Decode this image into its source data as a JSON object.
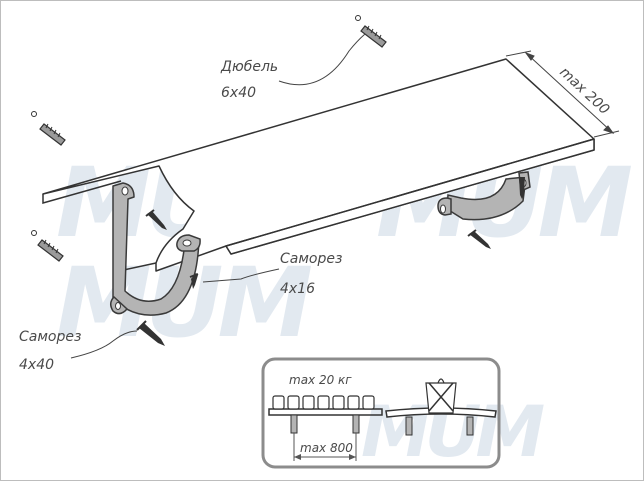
{
  "watermark": {
    "text": "MUM"
  },
  "labels": {
    "dowel_name": "Дюбель",
    "dowel_size": "6x40",
    "shelf_depth": "max 200",
    "screw_small_name": "Саморез",
    "screw_small_size": "4x16",
    "screw_large_name": "Саморез",
    "screw_large_size": "4x40"
  },
  "legend": {
    "max_load": "max 20 кг",
    "max_span": "max 800"
  },
  "colors": {
    "line": "#333333",
    "bracket": "#b4b4b4",
    "bracket_stroke": "#3a3a3a",
    "legend_border": "#8c8c8c",
    "watermark": "#d9e2ec"
  }
}
